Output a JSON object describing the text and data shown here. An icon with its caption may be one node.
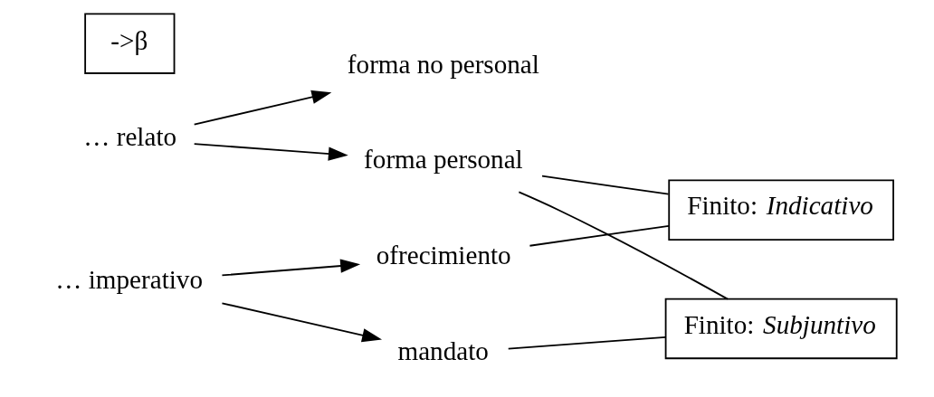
{
  "diagram": {
    "nodes": [
      {
        "text": [
          "… relato"
        ]
      },
      {
        "text": [
          "->β"
        ]
      },
      {
        "text": [
          "forma personal"
        ]
      },
      {
        "text": [
          "forma no personal"
        ]
      },
      {
        "text": [
          "ofrecimiento"
        ]
      },
      {
        "text": [
          "… imperativo"
        ]
      },
      {
        "text": [
          "mandato"
        ]
      },
      {
        "text": [
          "Finito: *Indicativo*"
        ]
      },
      {
        "text": [
          "Finito: *Subjuntivo*"
        ]
      }
    ],
    "edges": [
      {
        "from": 0,
        "to": 2,
        "arrow": "to"
      },
      {
        "from": 0,
        "to": 3,
        "arrow": "to"
      },
      {
        "from": 5,
        "to": 4,
        "arrow": "to"
      },
      {
        "from": 5,
        "to": 6,
        "arrow": "to"
      },
      {
        "from": 2,
        "to": 7,
        "arrow": "none"
      },
      {
        "from": 4,
        "to": 7,
        "arrow": "none"
      },
      {
        "from": 2,
        "to": 8,
        "arrow": "none"
      },
      {
        "from": 6,
        "to": 8,
        "arrow": "none"
      }
    ]
  }
}
